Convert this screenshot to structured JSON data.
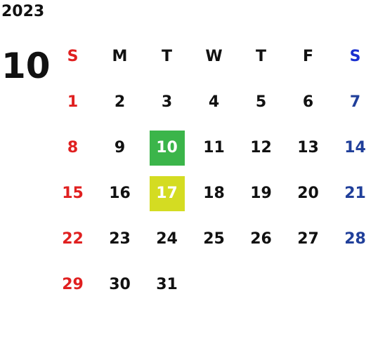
{
  "header": {
    "year": "2023",
    "month": "10"
  },
  "weekdays": [
    "S",
    "M",
    "T",
    "W",
    "T",
    "F",
    "S"
  ],
  "start_offset": 0,
  "days": [
    "1",
    "2",
    "3",
    "4",
    "5",
    "6",
    "7",
    "8",
    "9",
    "10",
    "11",
    "12",
    "13",
    "14",
    "15",
    "16",
    "17",
    "18",
    "19",
    "20",
    "21",
    "22",
    "23",
    "24",
    "25",
    "26",
    "27",
    "28",
    "29",
    "30",
    "31"
  ],
  "highlights": [
    {
      "day": "10",
      "color": "#3bb54a"
    },
    {
      "day": "17",
      "color": "#d4dc22"
    }
  ],
  "colors": {
    "sunday": "#e02020",
    "saturday": "#203f9a",
    "saturday_header": "#1a2fd0",
    "text": "#111111"
  }
}
